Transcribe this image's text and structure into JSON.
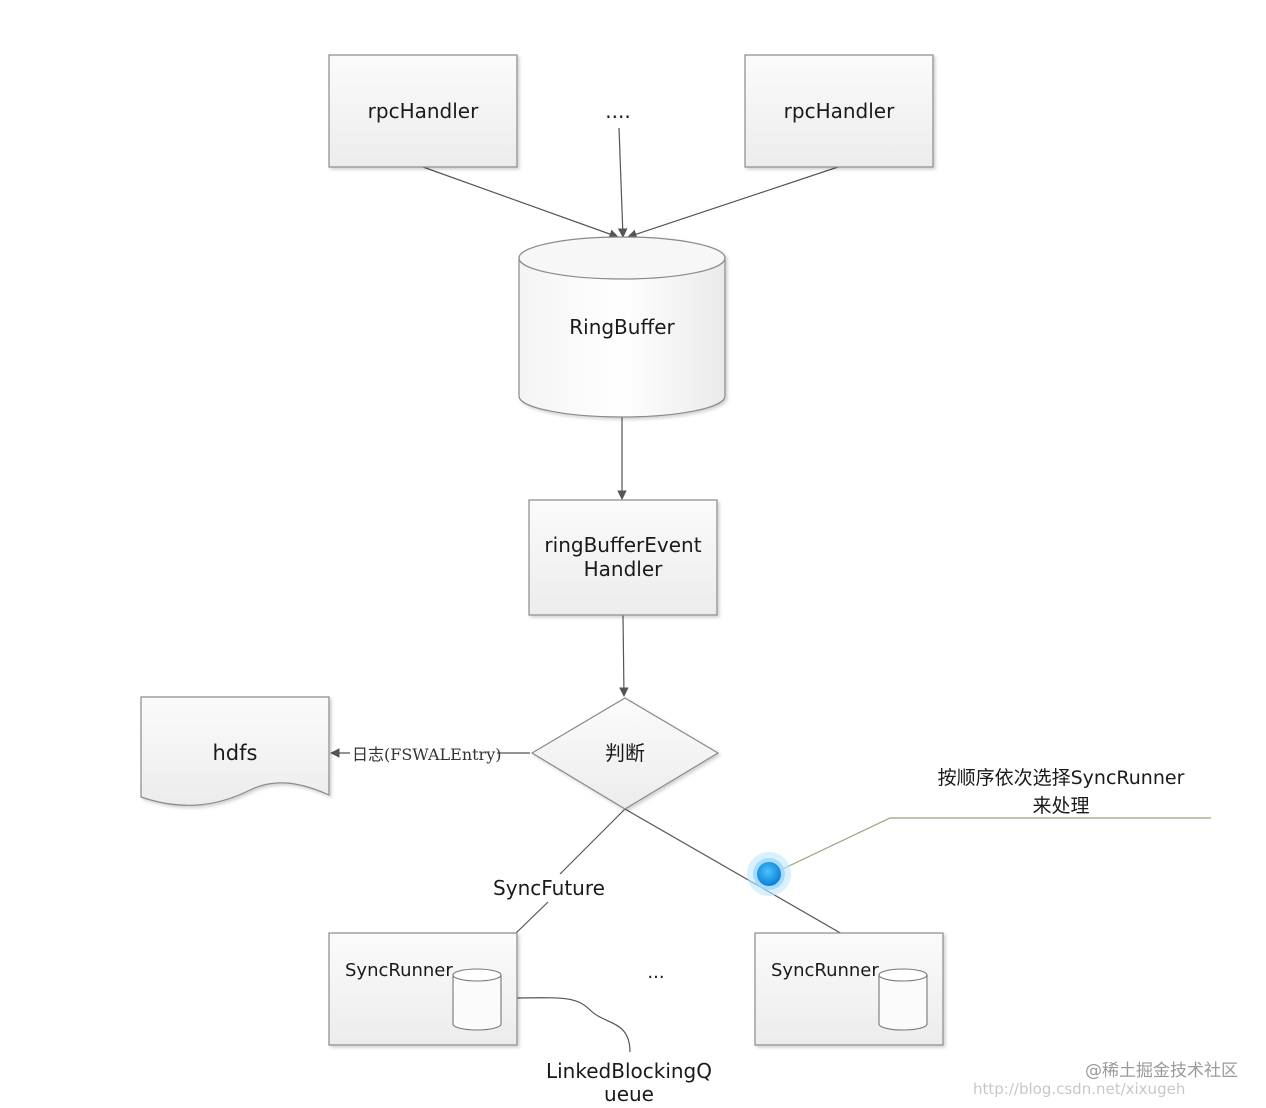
{
  "nodes": {
    "rpc_handler_left": "rpcHandler",
    "rpc_handler_ellipsis": "....",
    "rpc_handler_right": "rpcHandler",
    "ring_buffer": "RingBuffer",
    "ring_buffer_event_handler_line1": "ringBufferEvent",
    "ring_buffer_event_handler_line2": "Handler",
    "decision": "判断",
    "hdfs": "hdfs",
    "sync_runner_left": "SyncRunner",
    "sync_runner_ellipsis": "...",
    "sync_runner_right": "SyncRunner"
  },
  "labels": {
    "log_edge": "日志(FSWALEntry)",
    "sync_future": "SyncFuture",
    "queue_line1": "LinkedBlockingQ",
    "queue_line2": "ueue",
    "callout_line1": "按顺序依次选择SyncRunner",
    "callout_line2": "来处理"
  },
  "watermark": {
    "brand": "@稀土掘金技术社区",
    "url": "http://blog.csdn.net/xixugeh"
  },
  "colors": {
    "box_fill": "#f3f3f3",
    "box_stroke": "#8a8a8a",
    "edge": "#555555",
    "callout_line": "#9aa27a",
    "marker": "#1c9be8"
  }
}
